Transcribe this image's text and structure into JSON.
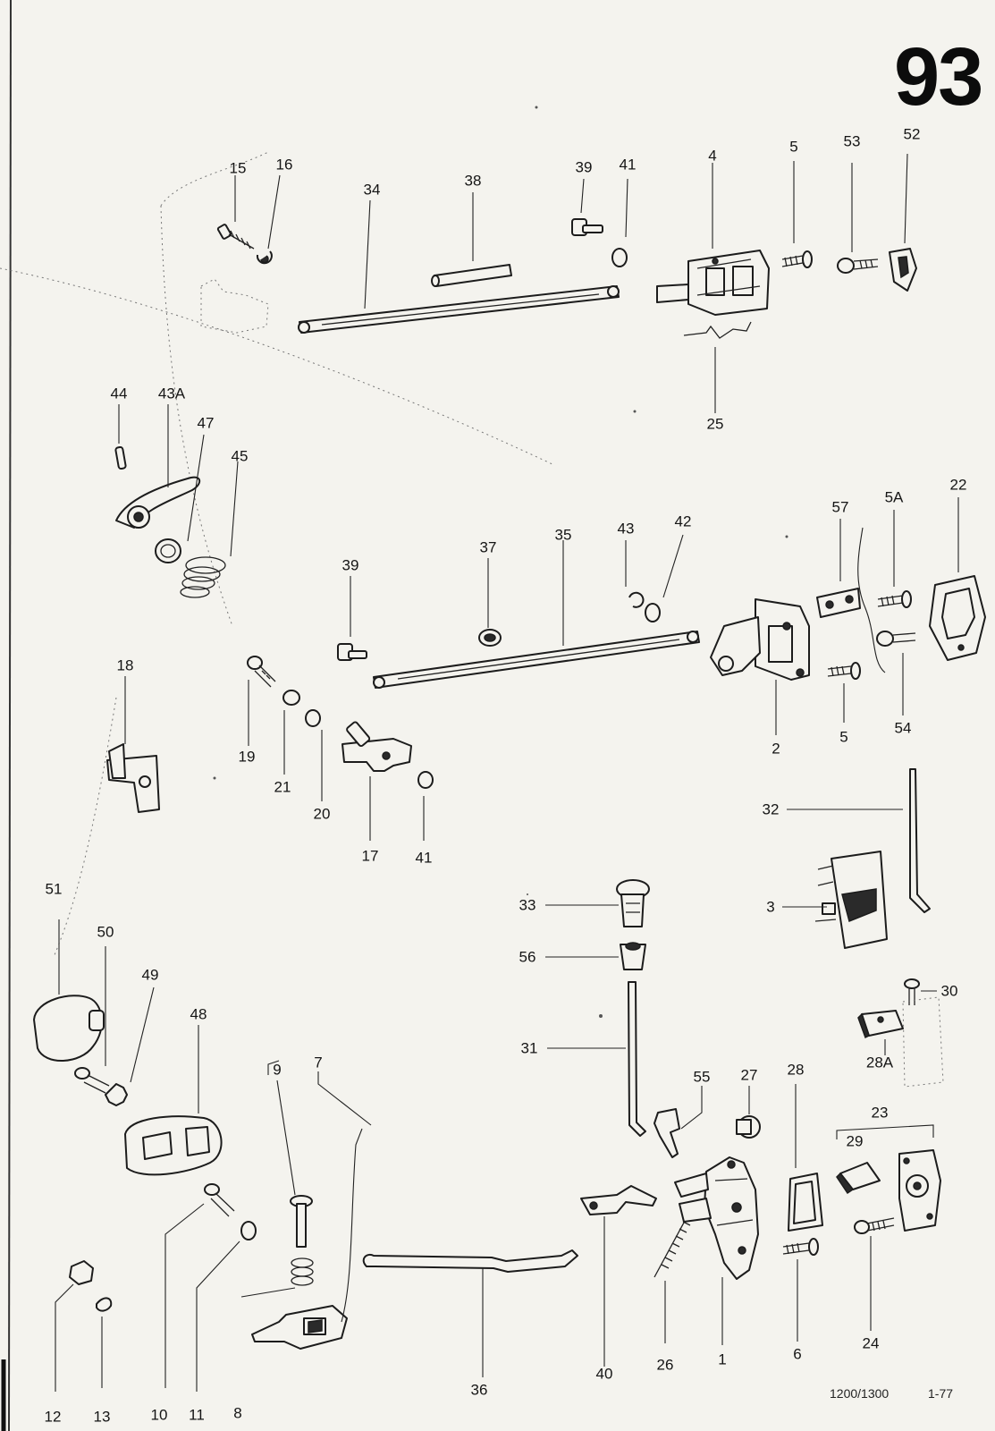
{
  "page_number": "93",
  "footer": {
    "model": "1200/1300",
    "date": "1-77"
  },
  "parts": [
    {
      "id": "p1",
      "label": "1"
    },
    {
      "id": "p2",
      "label": "2"
    },
    {
      "id": "p3",
      "label": "3"
    },
    {
      "id": "p4",
      "label": "4"
    },
    {
      "id": "p5a",
      "label": "5"
    },
    {
      "id": "p5b",
      "label": "5"
    },
    {
      "id": "p5A",
      "label": "5A"
    },
    {
      "id": "p6",
      "label": "6"
    },
    {
      "id": "p7",
      "label": "7"
    },
    {
      "id": "p8",
      "label": "8"
    },
    {
      "id": "p9",
      "label": "9"
    },
    {
      "id": "p10",
      "label": "10"
    },
    {
      "id": "p11",
      "label": "11"
    },
    {
      "id": "p12",
      "label": "12"
    },
    {
      "id": "p13",
      "label": "13"
    },
    {
      "id": "p15",
      "label": "15"
    },
    {
      "id": "p16",
      "label": "16"
    },
    {
      "id": "p17",
      "label": "17"
    },
    {
      "id": "p18",
      "label": "18"
    },
    {
      "id": "p19",
      "label": "19"
    },
    {
      "id": "p20",
      "label": "20"
    },
    {
      "id": "p21",
      "label": "21"
    },
    {
      "id": "p22",
      "label": "22"
    },
    {
      "id": "p23",
      "label": "23"
    },
    {
      "id": "p24",
      "label": "24"
    },
    {
      "id": "p25",
      "label": "25"
    },
    {
      "id": "p26",
      "label": "26"
    },
    {
      "id": "p27",
      "label": "27"
    },
    {
      "id": "p28",
      "label": "28"
    },
    {
      "id": "p28A",
      "label": "28A"
    },
    {
      "id": "p29",
      "label": "29"
    },
    {
      "id": "p30",
      "label": "30"
    },
    {
      "id": "p31",
      "label": "31"
    },
    {
      "id": "p32",
      "label": "32"
    },
    {
      "id": "p33",
      "label": "33"
    },
    {
      "id": "p34",
      "label": "34"
    },
    {
      "id": "p35",
      "label": "35"
    },
    {
      "id": "p36",
      "label": "36"
    },
    {
      "id": "p37",
      "label": "37"
    },
    {
      "id": "p38",
      "label": "38"
    },
    {
      "id": "p39a",
      "label": "39"
    },
    {
      "id": "p39b",
      "label": "39"
    },
    {
      "id": "p40",
      "label": "40"
    },
    {
      "id": "p41a",
      "label": "41"
    },
    {
      "id": "p41b",
      "label": "41"
    },
    {
      "id": "p42",
      "label": "42"
    },
    {
      "id": "p43",
      "label": "43"
    },
    {
      "id": "p43A",
      "label": "43A"
    },
    {
      "id": "p44",
      "label": "44"
    },
    {
      "id": "p45",
      "label": "45"
    },
    {
      "id": "p47",
      "label": "47"
    },
    {
      "id": "p48",
      "label": "48"
    },
    {
      "id": "p49",
      "label": "49"
    },
    {
      "id": "p50",
      "label": "50"
    },
    {
      "id": "p51",
      "label": "51"
    },
    {
      "id": "p52",
      "label": "52"
    },
    {
      "id": "p53",
      "label": "53"
    },
    {
      "id": "p54",
      "label": "54"
    },
    {
      "id": "p55",
      "label": "55"
    },
    {
      "id": "p56",
      "label": "56"
    },
    {
      "id": "p57",
      "label": "57"
    }
  ]
}
